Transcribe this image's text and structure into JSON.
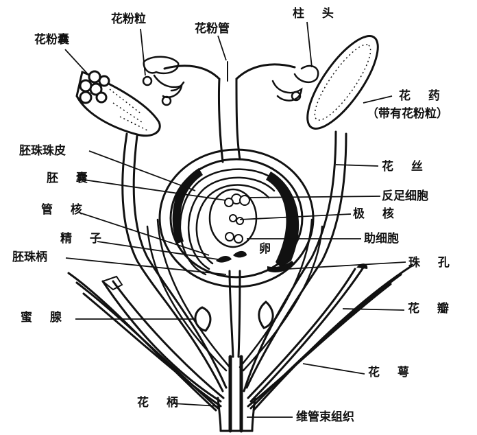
{
  "labels": {
    "pollen_grain": "花粉粒",
    "pollen_tube": "花粉管",
    "stigma": "柱 头",
    "pollen_sac": "花粉囊",
    "anther": "花 药",
    "anther_note": "（带有花粉粒）",
    "integument": "胚珠珠皮",
    "filament": "花 丝",
    "embryo_sac": "胚 囊",
    "antipodal": "反足细胞",
    "tube_nucleus": "管 核",
    "polar_nuclei": "极 核",
    "sperm": "精 子",
    "synergid": "助细胞",
    "egg": "卵",
    "funiculus": "胚珠柄",
    "micropyle": "珠 孔",
    "nectary": "蜜 腺",
    "petal": "花 瓣",
    "sepal": "花 萼",
    "pedicel": "花 柄",
    "vascular": "维管束组织"
  },
  "colors": {
    "ink": "#111111",
    "paper": "#ffffff"
  }
}
